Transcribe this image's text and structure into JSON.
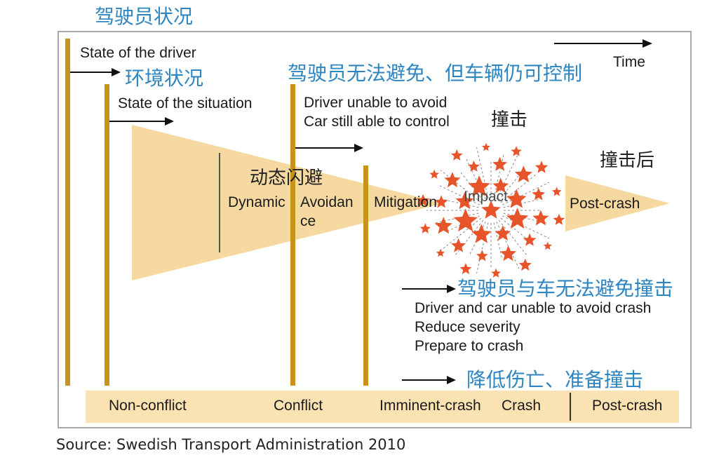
{
  "title_cn": "驾驶员状况",
  "time_label": "Time",
  "driver_state": {
    "en": "State of the driver"
  },
  "situation_state": {
    "cn": "环境状况",
    "en": "State of the situation"
  },
  "conflict_note": {
    "cn": "驾驶员无法避免、但车辆仍可控制",
    "en_line1": "Driver unable to avoid",
    "en_line2": "Car still able to control"
  },
  "impact_note": {
    "cn": "撞击"
  },
  "post_crash_note": {
    "cn": "撞击后"
  },
  "dynamic_avoidance": {
    "cn": "动态闪避",
    "en_part1": "Dynamic",
    "en_part2": "Avoidan",
    "en_part3": "ce"
  },
  "wedge_labels": {
    "mitigation": "Mitigation",
    "impact": "Impact",
    "post_crash": "Post-crash"
  },
  "crash_note": {
    "cn": "驾驶员与车无法避免撞击",
    "en_line1": "Driver and car unable to avoid crash",
    "en_line2": "Reduce severity",
    "en_line3": "Prepare to crash"
  },
  "prepare_note": {
    "cn": "降低伤亡、准备撞击"
  },
  "phases": {
    "non_conflict": "Non-conflict",
    "conflict": "Conflict",
    "imminent_crash": "Imminent-crash",
    "crash": "Crash",
    "post_crash": "Post-crash"
  },
  "source": "Source: Swedish Transport Administration 2010",
  "colors": {
    "wedge": "#f5d9a0",
    "timeline": "#c8931a",
    "star": "#e8542a",
    "cn_text": "#2e86c1",
    "bottom_bar": "#fbe2b2"
  }
}
